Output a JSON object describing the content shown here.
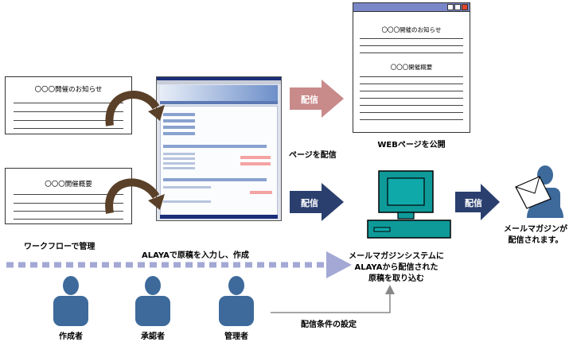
{
  "docs": {
    "announcement_title": "〇〇〇開催のお知らせ",
    "summary_title": "〇〇〇開催概要"
  },
  "web_page": {
    "announcement_title": "〇〇〇開催のお知らせ",
    "summary_title": "〇〇〇開催概要",
    "caption": "WEBページを公開"
  },
  "arrows": {
    "publish_web": "配信",
    "web_caption": "ページを配信",
    "publish_mail": "配信",
    "deliver_subscriber": "配信"
  },
  "labels": {
    "workflow": "ワークフローで管理",
    "alaya_input": "ALAYAで原稿を入力し、作成",
    "mail_system_line1": "メールマガジンシステムに",
    "mail_system_line2": "ALAYAから配信された",
    "mail_system_line3": "原稿を取り込む",
    "delivery_settings": "配信条件の設定",
    "subscriber_line1": "メールマガジンが",
    "subscriber_line2": "配信されます。"
  },
  "roles": {
    "creator": "作成者",
    "approver": "承認者",
    "administrator": "管理者"
  },
  "colors": {
    "pink_arrow": "#c98a8a",
    "navy_arrow": "#2a3f6e",
    "dotted_arrow": "#a3a8d4",
    "person": "#3d6a9b",
    "computer": "#0f9a9a"
  }
}
